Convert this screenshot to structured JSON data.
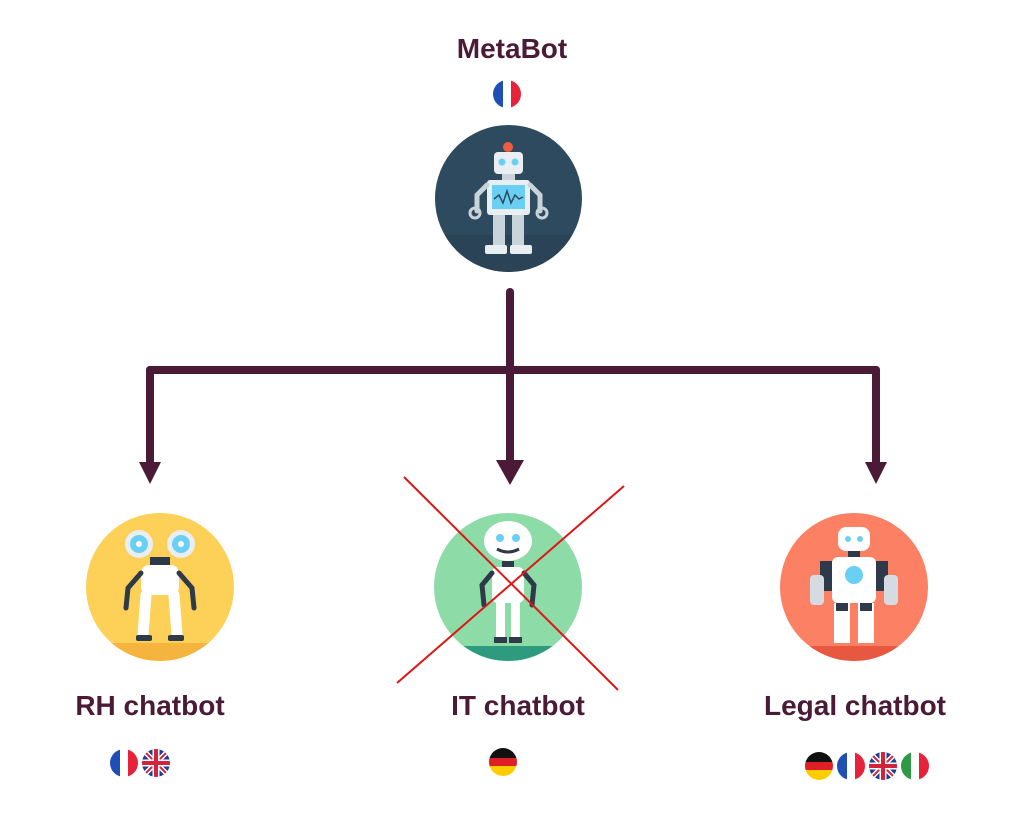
{
  "colors": {
    "connector": "#4a1a36",
    "label": "#4a1a36",
    "cross": "#e01515",
    "metabot_bg": "#2e4a5f",
    "rh_bg": "#fdd058",
    "it_bg": "#8ddba6",
    "legal_bg": "#fb8064"
  },
  "root": {
    "name": "MetaBot",
    "languages": [
      "french-flag-icon"
    ],
    "icon": "robot-icon"
  },
  "children": [
    {
      "name": "RH chatbot",
      "languages": [
        "french-flag-icon",
        "uk-flag-icon"
      ],
      "icon": "robot-icon",
      "disabled": false
    },
    {
      "name": "IT chatbot",
      "languages": [
        "german-flag-icon"
      ],
      "icon": "robot-icon",
      "disabled": true
    },
    {
      "name": "Legal chatbot",
      "languages": [
        "german-flag-icon",
        "french-flag-icon",
        "uk-flag-icon",
        "italian-flag-icon"
      ],
      "icon": "robot-icon",
      "disabled": false
    }
  ]
}
